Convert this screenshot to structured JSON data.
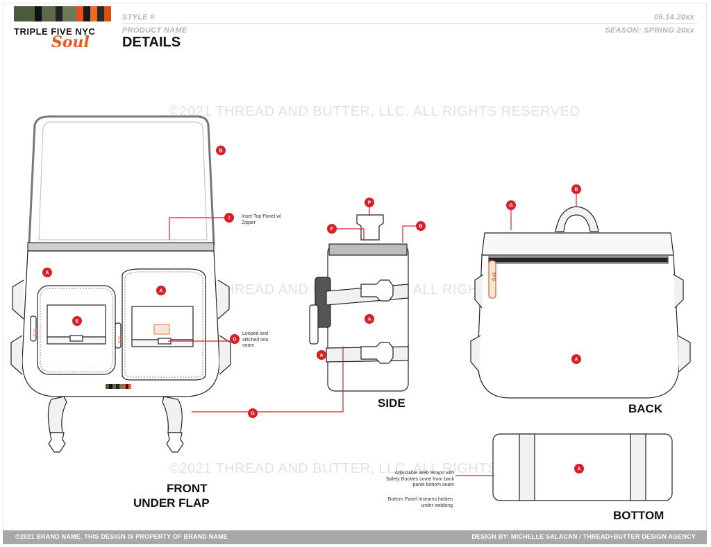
{
  "header": {
    "brand_name": "TRIPLE FIVE NYC",
    "brand_script": "Soul",
    "style_label": "STYLE #",
    "product_name_label": "PRODUCT NAME",
    "page_title": "DETAILS",
    "date": "06.14.20xx",
    "season": "SEASON: SPRING 20xx",
    "swatch_colors": [
      "#4b5a3c",
      "#121212",
      "#5a6a48",
      "#222222",
      "#6c7a5a",
      "#e0541c",
      "#1a1a1a",
      "#ef6a28",
      "#2a2a2a",
      "#d64e1a"
    ]
  },
  "watermark": "©2021 THREAD AND BUTTER, LLC. ALL RIGHTS RESERVED",
  "views": {
    "front": "FRONT\nUNDER FLAP",
    "front_line1": "FRONT",
    "front_line2": "UNDER FLAP",
    "side": "SIDE",
    "back": "BACK",
    "bottom": "BOTTOM"
  },
  "callouts": {
    "a": "A",
    "b": "B",
    "e": "E",
    "f": "F",
    "g": "G",
    "i": "I",
    "p": "P"
  },
  "notes": {
    "inset_top_panel": "Inset Top Panel w/ Zipper",
    "looped": "Looped and stitched into seam",
    "web_straps": "Adjustable Web Straps with Safety Buckles come from back panel bottom seam",
    "bottom_panel": "Bottom Panel Inseams hidden under webbing"
  },
  "zipper_pull_text": "TFS",
  "footer": {
    "left": "©2021 BRAND NAME. THIS DESIGN IS PROPERTY OF BRAND NAME",
    "right": "DESIGN BY: MICHELLE SALACAN / THREAD+BUTTER DESIGN AGENCY"
  },
  "colors": {
    "callout_red": "#d91f26",
    "accent_orange": "#e65a1e",
    "footer_gray": "#a8a8a8"
  }
}
